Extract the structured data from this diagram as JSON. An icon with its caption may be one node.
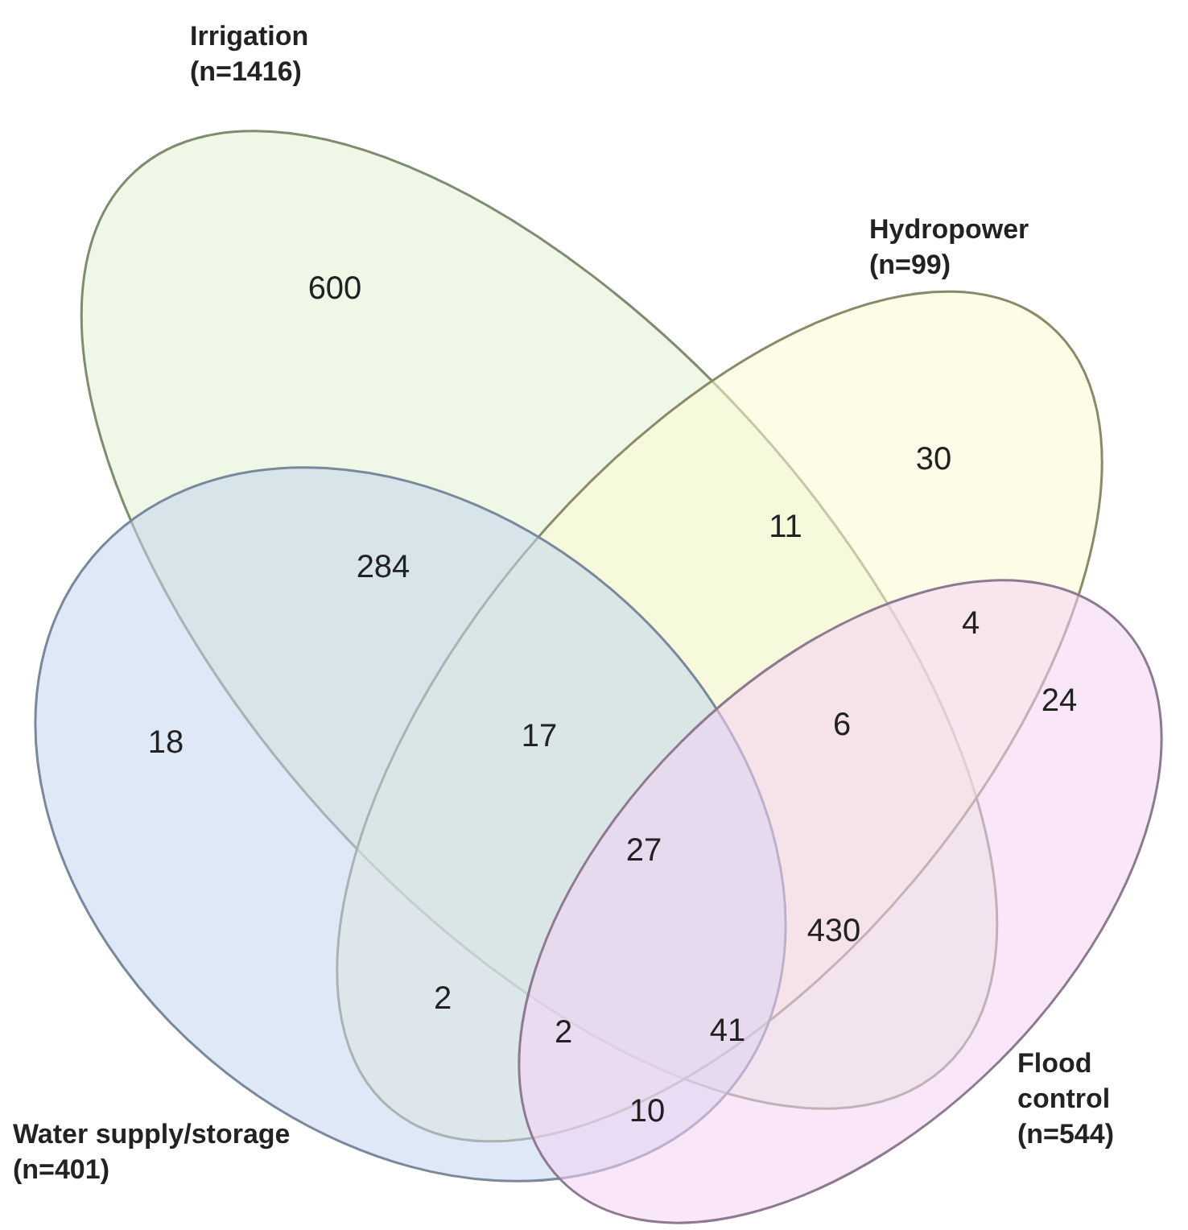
{
  "diagram": {
    "nodes": [
      {
        "text": [
          "Irrigation (n=1416)"
        ]
      },
      {
        "text": [
          "Hydropower (n=99)"
        ]
      },
      {
        "text": [
          "Water supply/storage (n=401)"
        ]
      },
      {
        "text": [
          "Flood control (n=544)"
        ]
      }
    ],
    "labels": [
      "600",
      "30",
      "11",
      "284",
      "4",
      "24",
      "18",
      "17",
      "6",
      "27",
      "430",
      "2",
      "2",
      "41",
      "10"
    ]
  }
}
